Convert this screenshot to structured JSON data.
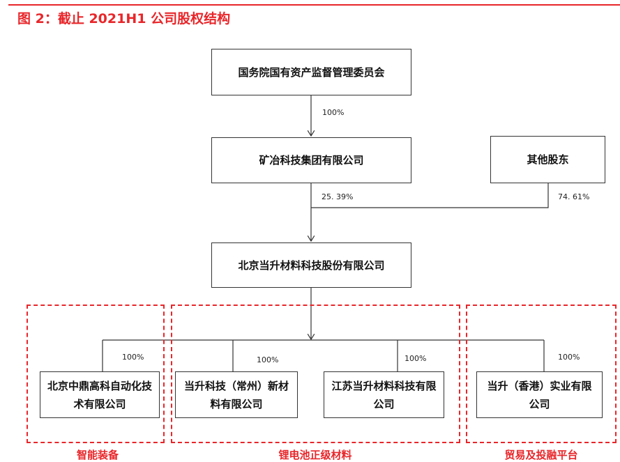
{
  "title": "图 2：截止 2021H1 公司股权结构",
  "nodes": {
    "sasac": "国务院国有资产监督管理委员会",
    "bgrimm_group": "矿冶科技集团有限公司",
    "other_shareholders": "其他股东",
    "easpring": "北京当升材料科技股份有限公司",
    "zhongding": "北京中鼎高科自动化技术有限公司",
    "changzhou": "当升科技（常州）新材料有限公司",
    "jiangsu": "江苏当升材料科技有限公司",
    "hongkong": "当升（香港）实业有限公司"
  },
  "percentages": {
    "sasac_to_group": "100%",
    "group_to_easpring": "25. 39%",
    "others_to_easpring": "74. 61%",
    "to_zhongding": "100%",
    "to_changzhou": "100%",
    "to_jiangsu": "100%",
    "to_hongkong": "100%"
  },
  "groups": {
    "equipment": "智能装备",
    "battery": "锂电池正级材料",
    "trade": "贸易及投融平台"
  }
}
